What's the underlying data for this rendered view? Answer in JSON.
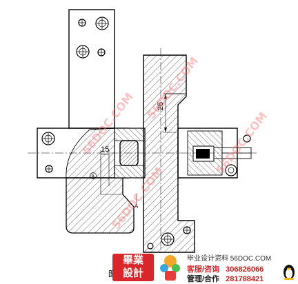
{
  "drawing": {
    "dimensions": {
      "vertical_25": "25",
      "horizontal_15": "15"
    },
    "section_marks": {
      "mark_a1": "A",
      "mark_a2": "A"
    },
    "caption": "图"
  },
  "watermarks": {
    "wm1": "56DOC.COM",
    "wm2": "56DOC.COM",
    "wm3": "56DOC.COM",
    "wm4": "56DOC.COM"
  },
  "footer": {
    "logo_line1": "畢業",
    "logo_line2": "設計",
    "site_text": "毕业设计资料 56DOC.COM",
    "service_label": "客服/咨询",
    "service_number": "306826066",
    "manage_label": "管理/合作",
    "manage_number": "281788421",
    "colors": {
      "brand_red": "#d8262a",
      "hatch": "#000000"
    }
  }
}
